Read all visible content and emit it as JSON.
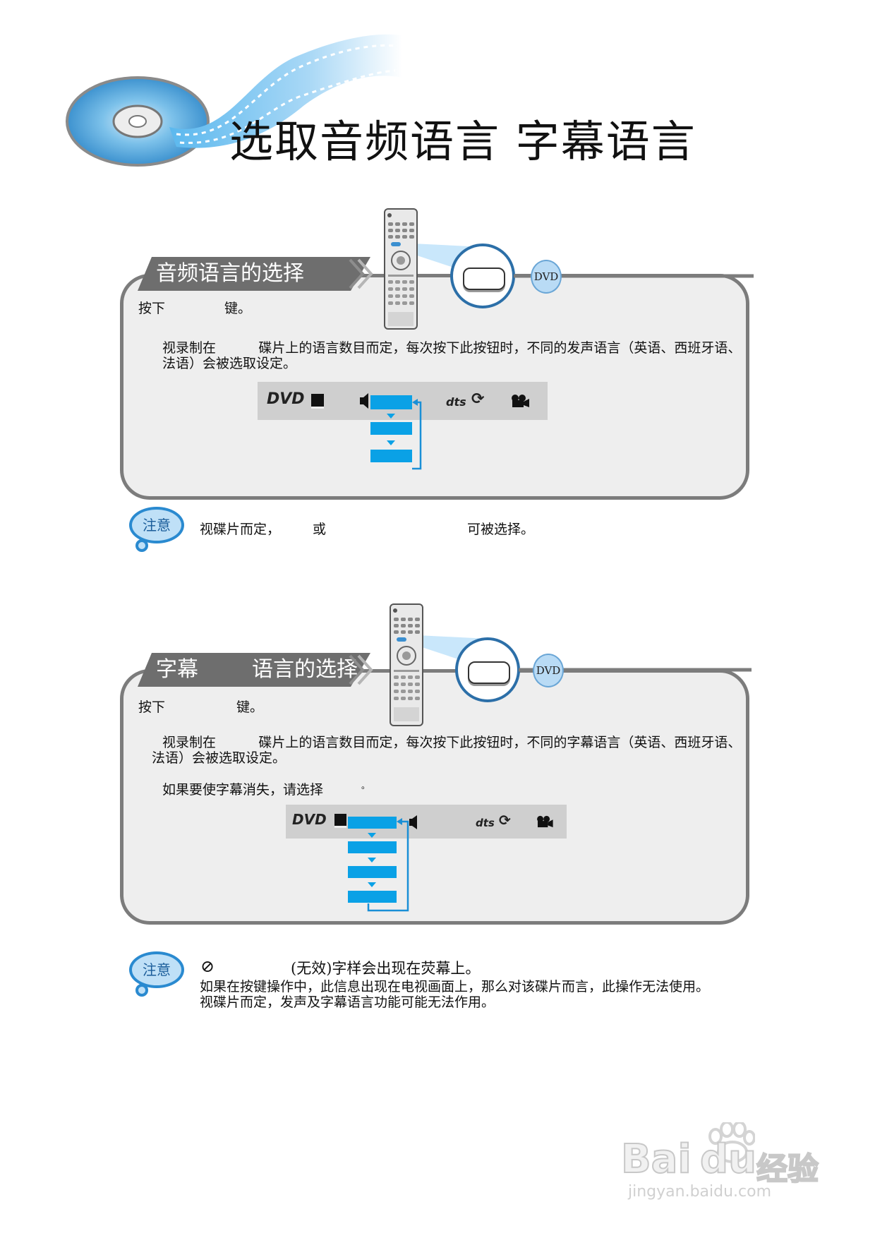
{
  "header": {
    "title": "选取音频语言 字幕语言"
  },
  "audio_section": {
    "tab_label": "音频语言的选择",
    "press_prefix": "按下",
    "press_suffix": "键。",
    "desc_line1": "视录制在          碟片上的语言数目而定，每次按下此按钮时，不同的发声语言（英语、西班牙语、",
    "desc_line2": "法语）会被选取设定。",
    "badge": "DVD",
    "osd": {
      "logo": "DVD",
      "dts": "dts"
    }
  },
  "audio_note": {
    "label": "注意",
    "part1": "视碟片而定，",
    "part2": "或",
    "part3": "可被选择。"
  },
  "subtitle_section": {
    "tab_label_a": "字幕",
    "tab_label_b": "语言的选择",
    "press_prefix": "按下",
    "press_suffix": "键。",
    "desc_line1": "视录制在          碟片上的语言数目而定，每次按下此按钮时，不同的字幕语言（英语、西班牙语、",
    "desc_line2": "法语）会被选取设定。",
    "hide_hint": "如果要使字幕消失，请选择",
    "hide_hint_end": "。",
    "badge": "DVD",
    "osd": {
      "logo": "DVD",
      "dts": "dts"
    }
  },
  "subtitle_note": {
    "label": "注意",
    "line1_prefix": "⊘",
    "line1": "(无效)字样会出现在荧幕上。",
    "line2": "如果在按键操作中，此信息出现在电视画面上，那么对该碟片而言，此操作无法使用。",
    "line3": "视碟片而定，发声及字幕语言功能可能无法作用。"
  },
  "watermark": {
    "brand": "Bai",
    "brand2": "du",
    "cn": "经验",
    "url": "jingyan.baidu.com"
  },
  "colors": {
    "accent": "#0aa1e6",
    "panel_border": "#7c7c7c",
    "tab": "#6e6e6e"
  }
}
